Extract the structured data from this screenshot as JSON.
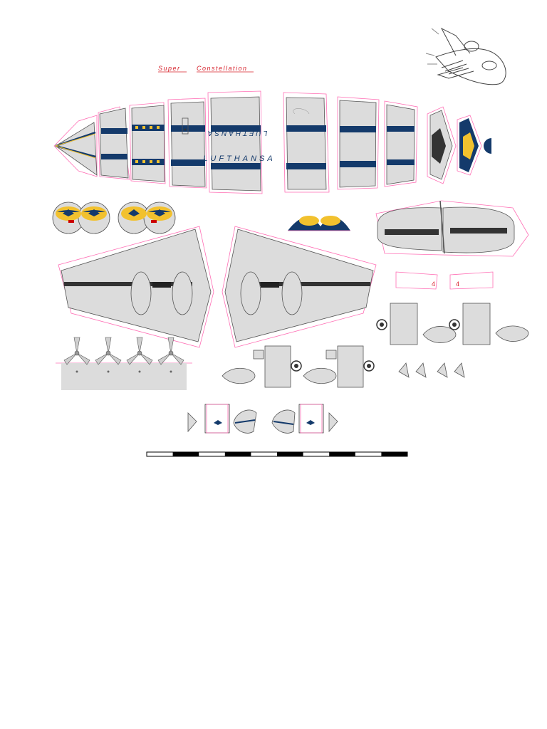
{
  "sheet": {
    "title_word_1": "Super",
    "title_word_2": "Constellation",
    "fuselage_text_top": "LUFTHANSA",
    "fuselage_text_bottom": "LUFTHANSA",
    "scale_segments": 10
  },
  "colors": {
    "cut_line": "#ff6fb5",
    "part_gray": "#dcdcdc",
    "outline": "#555555",
    "livery_blue": "#143a6b",
    "livery_yellow": "#f2c12e",
    "title_red": "#d6202a"
  },
  "icons": {
    "assembly": "airplane-assembly-icon",
    "crane": "crane-logo-icon",
    "propeller": "propeller-icon"
  }
}
